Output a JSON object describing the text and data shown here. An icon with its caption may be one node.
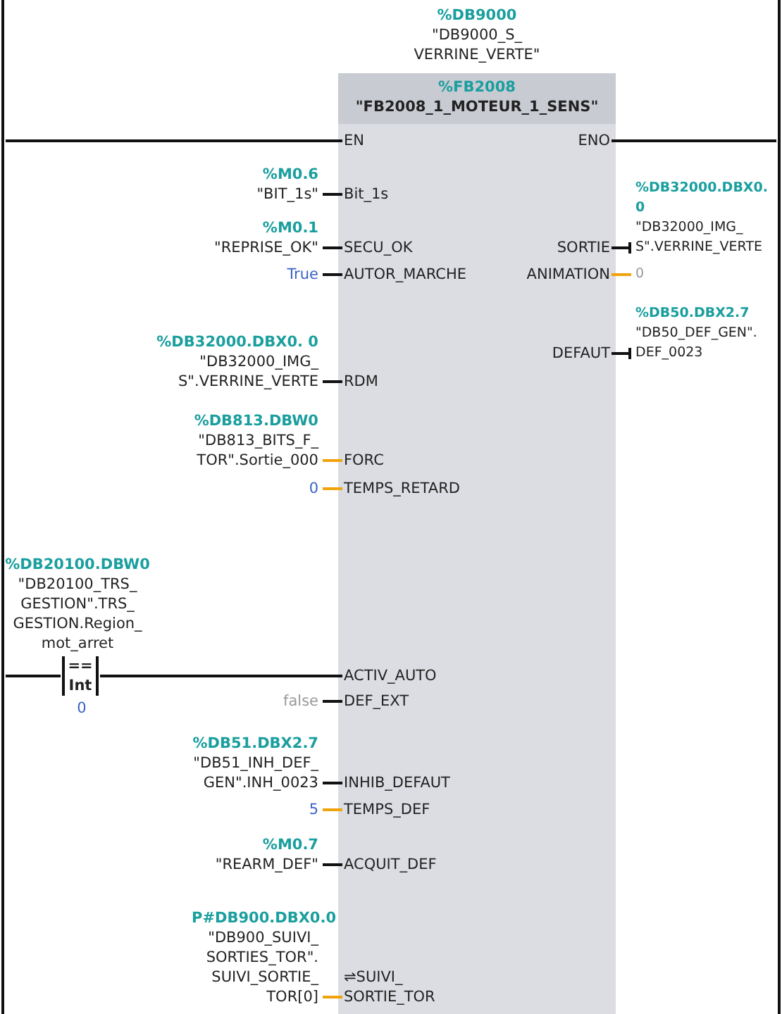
{
  "diagram": {
    "nodes": [
      {
        "text": [],
        "shape": "bar"
      },
      {
        "text": [],
        "shape": "bar"
      },
      {
        "text": [
          "%FB2008",
          "\"FB2008_1_MOTEUR_1_SENS\""
        ],
        "beside": [
          "%DB9000",
          "\"DB9000_S_ VERRINE_VERTE\""
        ]
      },
      {
        "text": [
          "EN"
        ],
        "in": 2
      },
      {
        "text": [
          "ENO"
        ],
        "in": 2
      },
      {
        "text": [
          "Bit_1s"
        ],
        "in": 2
      },
      {
        "text": [
          "SECU_OK"
        ],
        "in": 2
      },
      {
        "text": [
          "AUTOR_MARCHE"
        ],
        "in": 2
      },
      {
        "text": [
          "RDM"
        ],
        "in": 2
      },
      {
        "text": [
          "FORC"
        ],
        "in": 2
      },
      {
        "text": [
          "TEMPS_RETARD"
        ],
        "in": 2
      },
      {
        "text": [
          "ACTIV_AUTO"
        ],
        "in": 2
      },
      {
        "text": [
          "DEF_EXT"
        ],
        "in": 2
      },
      {
        "text": [
          "INHIB_DEFAUT"
        ],
        "in": 2
      },
      {
        "text": [
          "TEMPS_DEF"
        ],
        "in": 2
      },
      {
        "text": [
          "ACQUIT_DEF"
        ],
        "in": 2
      },
      {
        "text": [
          "⇌SUIVI_ SORTIE_TOR"
        ],
        "in": 2
      },
      {
        "text": [
          "SORTIE"
        ],
        "in": 2
      },
      {
        "text": [
          "ANIMATION"
        ],
        "in": 2
      },
      {
        "text": [
          "DEFAUT"
        ],
        "in": 2
      },
      {
        "text": [
          "%M0.6",
          "\"BIT_1s\""
        ]
      },
      {
        "text": [
          "%M0.1",
          "\"REPRISE_OK\""
        ]
      },
      {
        "text": [
          "True"
        ]
      },
      {
        "text": [
          "%DB32000.DBX0. 0",
          "\"DB32000_IMG_ S\".VERRINE_VERTE"
        ]
      },
      {
        "text": [
          "%DB813.DBW0",
          "\"DB813_BITS_F_ TOR\".Sortie_000"
        ]
      },
      {
        "text": [
          "0"
        ]
      },
      {
        "text": [
          "==",
          "Int"
        ],
        "beside": [
          "%DB20100.DBW0",
          "\"DB20100_TRS_ GESTION\".TRS_ GESTION.Region_ mot_arret",
          "0"
        ]
      },
      {
        "text": [
          "false"
        ]
      },
      {
        "text": [
          "%DB51.DBX2.7",
          "\"DB51_INH_DEF_ GEN\".INH_0023"
        ]
      },
      {
        "text": [
          "5"
        ]
      },
      {
        "text": [
          "%M0.7",
          "\"REARM_DEF\""
        ]
      },
      {
        "text": [
          "P#DB900.DBX0.0",
          "\"DB900_SUIVI_ SORTIES_TOR\". SUIVI_SORTIE_ TOR[0]"
        ]
      },
      {
        "text": [
          "%DB32000.DBX0. 0",
          "\"DB32000_IMG_ S\".VERRINE_VERTE"
        ]
      },
      {
        "text": [
          "0"
        ]
      },
      {
        "text": [
          "%DB50.DBX2.7",
          "\"DB50_DEF_GEN\". DEF_0023"
        ]
      }
    ],
    "edges": [
      {
        "from": 0,
        "to": 3,
        "arrow": "none"
      },
      {
        "from": 4,
        "to": 1,
        "arrow": "none"
      },
      {
        "from": 20,
        "to": 5,
        "arrow": "none"
      },
      {
        "from": 21,
        "to": 6,
        "arrow": "none"
      },
      {
        "from": 22,
        "to": 7,
        "arrow": "none"
      },
      {
        "from": 23,
        "to": 8,
        "arrow": "none"
      },
      {
        "from": 24,
        "to": 9,
        "arrow": "none",
        "color": "#f0a30a"
      },
      {
        "from": 25,
        "to": 10,
        "arrow": "none",
        "color": "#f0a30a"
      },
      {
        "from": 0,
        "to": 26,
        "arrow": "none"
      },
      {
        "from": 26,
        "to": 11,
        "arrow": "none"
      },
      {
        "from": 27,
        "to": 12,
        "arrow": "none"
      },
      {
        "from": 28,
        "to": 13,
        "arrow": "none"
      },
      {
        "from": 29,
        "to": 14,
        "arrow": "none",
        "color": "#f0a30a"
      },
      {
        "from": 30,
        "to": 15,
        "arrow": "none"
      },
      {
        "from": 31,
        "to": 16,
        "arrow": "none",
        "color": "#f0a30a"
      },
      {
        "from": 17,
        "to": 32,
        "arrow": "other"
      },
      {
        "from": 18,
        "to": 33,
        "arrow": "none",
        "color": "#f0a30a"
      },
      {
        "from": 19,
        "to": 34,
        "arrow": "other"
      }
    ]
  }
}
